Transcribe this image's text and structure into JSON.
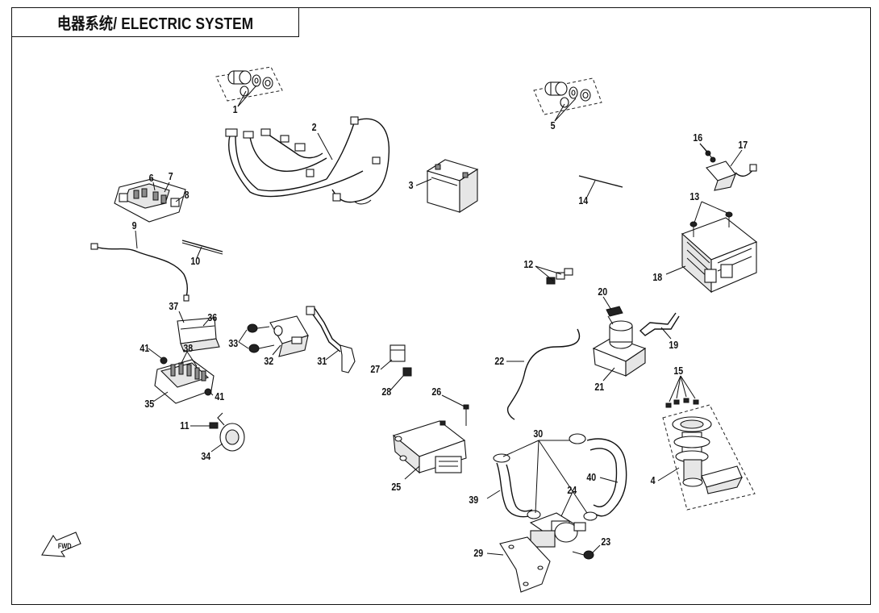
{
  "title": "电器系统/ ELECTRIC SYSTEM",
  "callouts": [
    "1",
    "2",
    "3",
    "4",
    "5",
    "6",
    "7",
    "8",
    "9",
    "10",
    "11",
    "12",
    "13",
    "14",
    "15",
    "16",
    "17",
    "18",
    "19",
    "20",
    "21",
    "22",
    "23",
    "24",
    "25",
    "26",
    "27",
    "28",
    "29",
    "30",
    "31",
    "32",
    "33",
    "34",
    "35",
    "36",
    "37",
    "38",
    "39",
    "40",
    "41",
    "41"
  ],
  "fwd_symbol": {
    "label": "FWD",
    "icon": "forward-arrow-icon"
  }
}
